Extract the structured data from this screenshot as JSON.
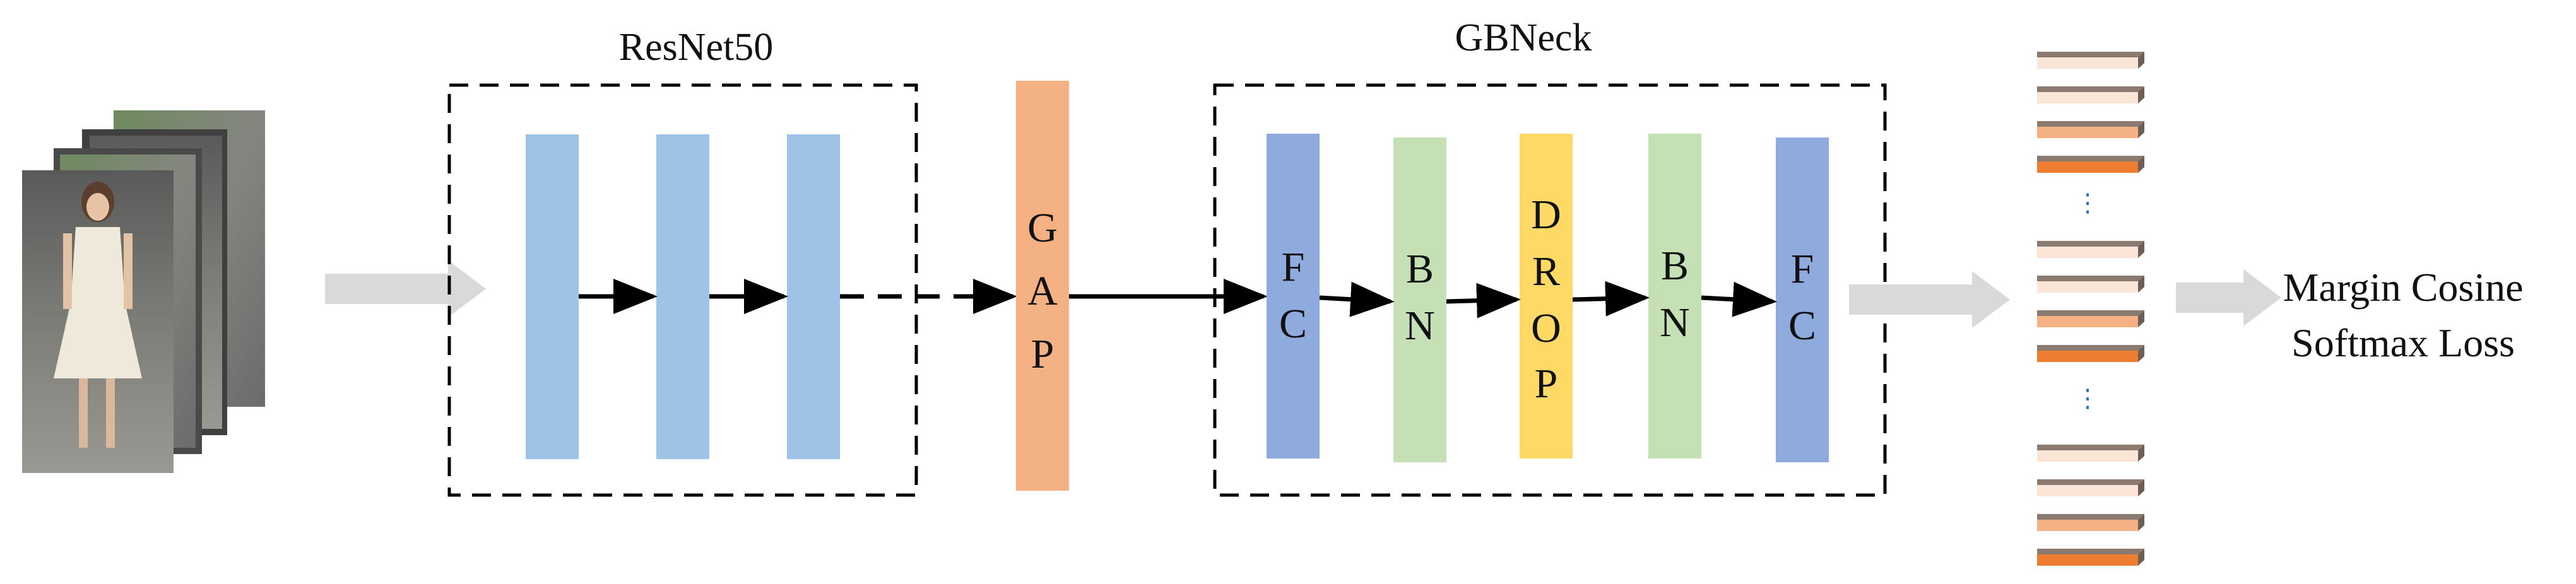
{
  "backbone": {
    "title": "ResNet50"
  },
  "gap_block": {
    "letters": [
      "G",
      "A",
      "P"
    ]
  },
  "neck": {
    "title": "GBNeck",
    "blocks": [
      {
        "letters": [
          "F",
          "C"
        ]
      },
      {
        "letters": [
          "B",
          "N"
        ]
      },
      {
        "letters": [
          "D",
          "R",
          "O",
          "P"
        ]
      },
      {
        "letters": [
          "B",
          "N"
        ]
      },
      {
        "letters": [
          "F",
          "C"
        ]
      }
    ]
  },
  "loss": {
    "lines": [
      "Margin Cosine",
      "Softmax Loss"
    ]
  },
  "feature_stack": {
    "ellipsis": [
      "⋮",
      "⋮"
    ]
  },
  "colors": {
    "resnet_block": "#9dc3e6",
    "gap": "#f4b183",
    "fc": "#8faadc",
    "bn": "#c5e0b4",
    "drop": "#ffd966",
    "thick_arrow": "#d9d9d9",
    "feature_light": "#fbe5d6",
    "feature_mid": "#f4b183",
    "feature_dark": "#ed7d31",
    "ellipsis": "#2e75b6"
  }
}
